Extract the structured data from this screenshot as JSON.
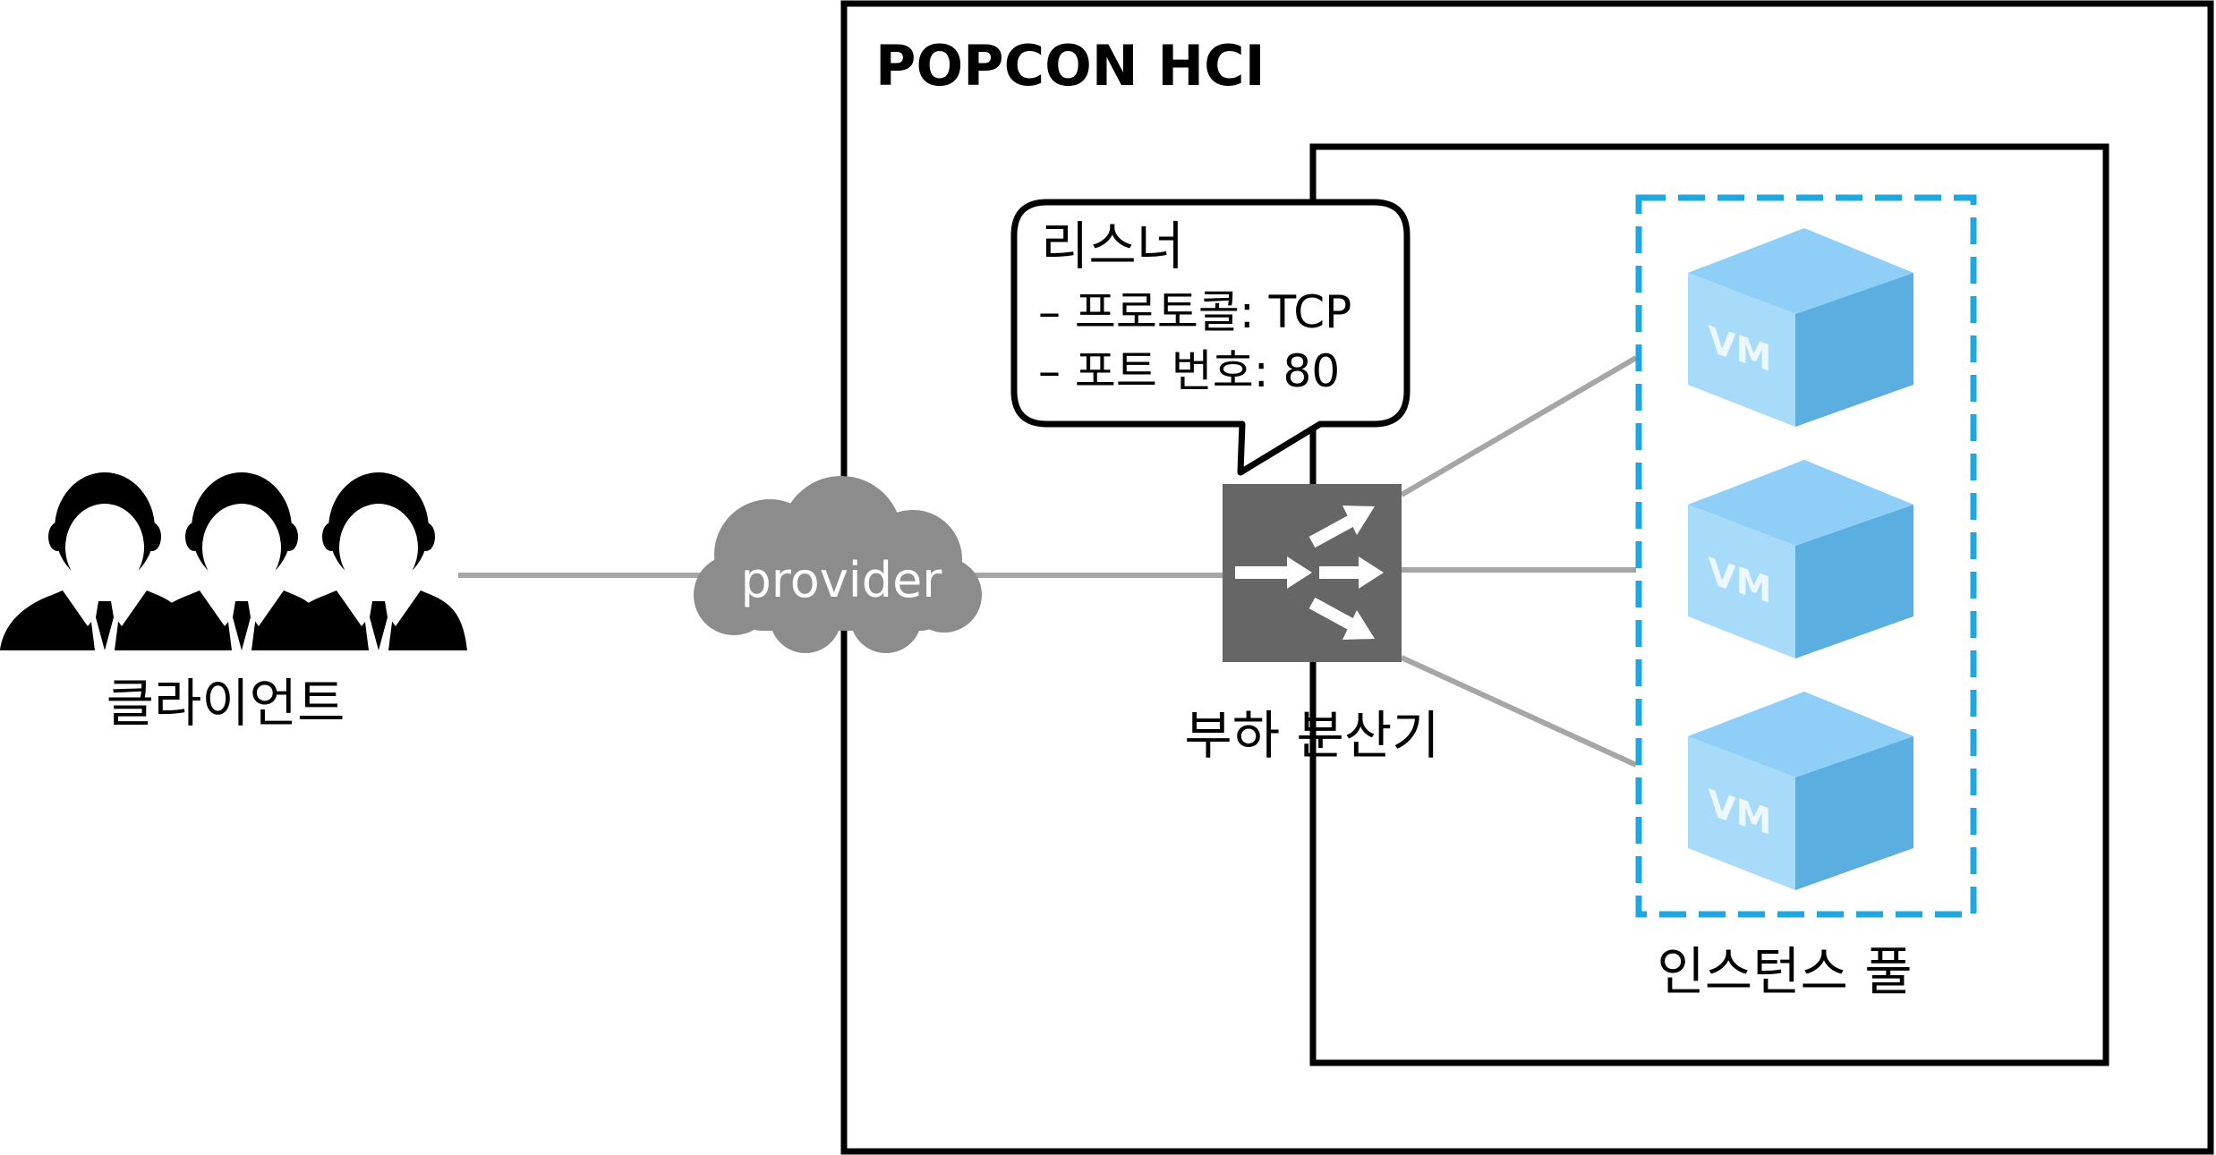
{
  "hci": {
    "title": "POPCON HCI"
  },
  "client": {
    "label": "클라이언트",
    "icon": "users-group-icon"
  },
  "provider": {
    "label": "provider",
    "icon": "cloud-icon"
  },
  "listener": {
    "title": "리스너",
    "lines": [
      "– 프로토콜: TCP",
      "– 포트 번호: 80"
    ]
  },
  "load_balancer": {
    "label": "부하 분산기",
    "icon": "load-balancer-icon"
  },
  "instance_pool": {
    "label": "인스턴스 풀",
    "vms": [
      {
        "label": "VM"
      },
      {
        "label": "VM"
      },
      {
        "label": "VM"
      }
    ]
  },
  "colors": {
    "line": "#a6a6a6",
    "load_balancer": "#666666",
    "cloud": "#8c8c8c",
    "pool_border": "#1ea7e1",
    "cube_top": "#8fcff7",
    "cube_front": "#7ec8f6",
    "cube_side": "#5aaee0"
  }
}
